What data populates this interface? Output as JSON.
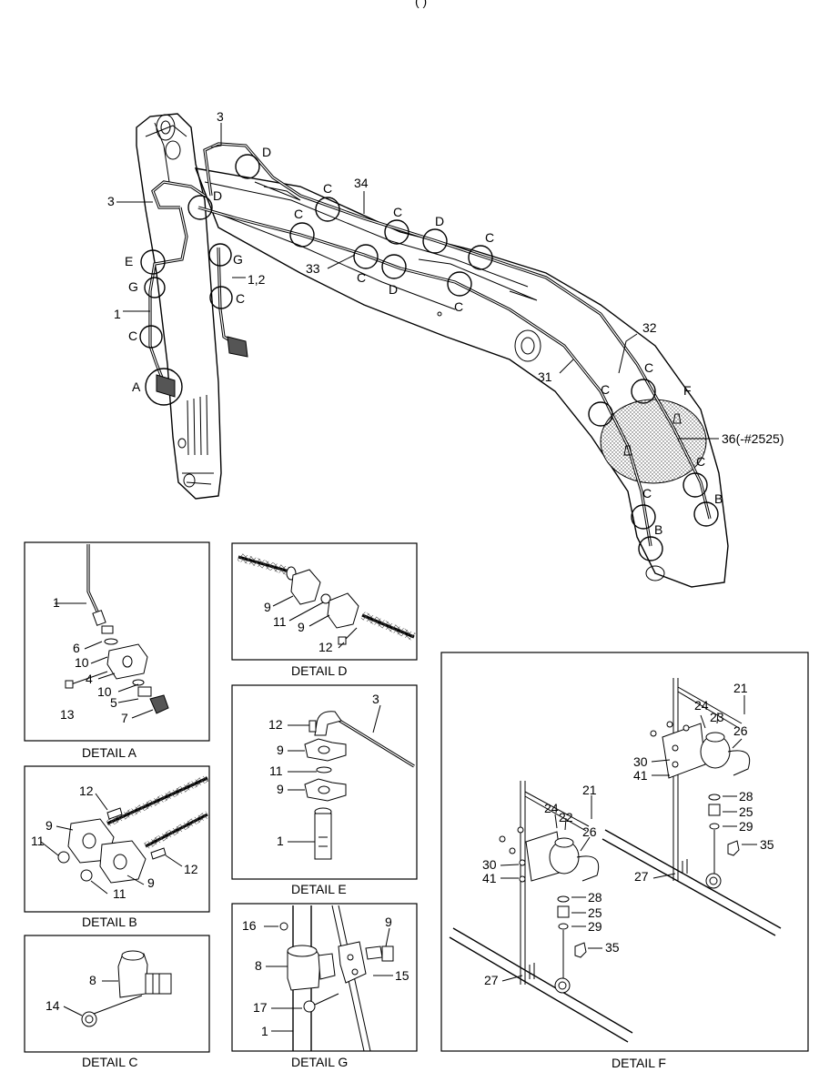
{
  "header_fragment": "(                    )",
  "main_labels": {
    "hose3_top": "3",
    "d_top": "D",
    "hose34": "34",
    "hose3_left": "3",
    "d_left": "D",
    "c1": "C",
    "c2": "C",
    "d2": "D",
    "c3": "C",
    "c4": "C",
    "e": "E",
    "g1": "G",
    "g2": "G",
    "hose12": "1,2",
    "c5": "C",
    "hose1": "1",
    "c6": "C",
    "a": "A",
    "hose33": "33",
    "c7": "C",
    "d3": "D",
    "c8": "C",
    "hose32": "32",
    "hose31": "31",
    "c9": "C",
    "f": "F",
    "c10": "C",
    "part36": "36(-#2525)",
    "c11": "C",
    "b1": "B",
    "c12": "C",
    "b2": "B"
  },
  "detail_a": {
    "caption": "DETAIL  A",
    "labels": [
      "1",
      "6",
      "10",
      "4",
      "10",
      "5",
      "7",
      "13"
    ]
  },
  "detail_b": {
    "caption": "DETAIL  B",
    "labels": [
      "12",
      "9",
      "11",
      "12",
      "9",
      "11"
    ]
  },
  "detail_c": {
    "caption": "DETAIL  C",
    "labels": [
      "8",
      "14"
    ]
  },
  "detail_d": {
    "caption": "DETAIL  D",
    "labels": [
      "9",
      "11",
      "9",
      "12"
    ]
  },
  "detail_e": {
    "caption": "DETAIL  E",
    "labels": [
      "3",
      "12",
      "9",
      "11",
      "9",
      "1"
    ]
  },
  "detail_g": {
    "caption": "DETAIL  G",
    "labels": [
      "16",
      "9",
      "8",
      "15",
      "17",
      "1"
    ]
  },
  "detail_f": {
    "caption": "DETAIL  F",
    "labels": [
      "21",
      "24",
      "23",
      "26",
      "30",
      "41",
      "28",
      "25",
      "29",
      "35",
      "27",
      "21",
      "24",
      "22",
      "26",
      "30",
      "41",
      "28",
      "25",
      "29",
      "35",
      "27"
    ]
  }
}
